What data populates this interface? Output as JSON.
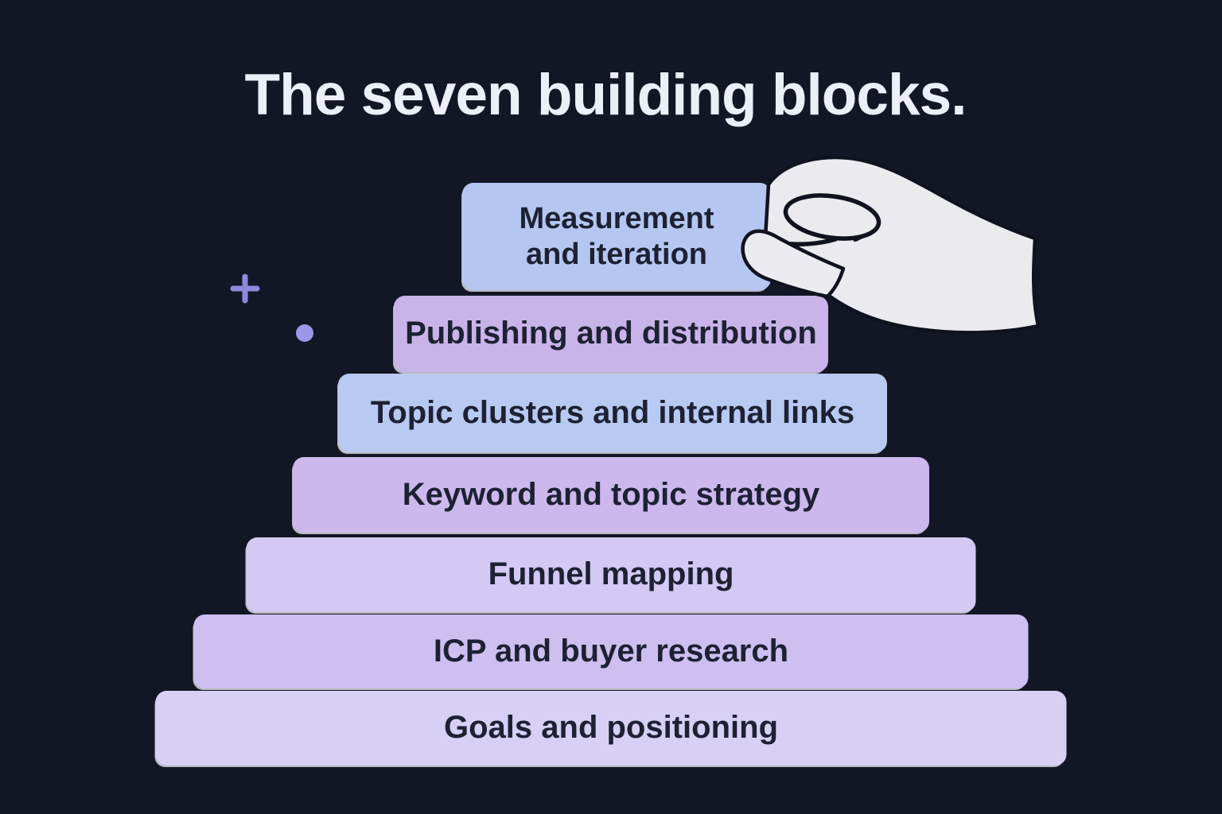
{
  "title": "The seven building blocks.",
  "pyramid": {
    "blocks": [
      {
        "label": "Measurement\nand iteration",
        "color": "#b5c6f1"
      },
      {
        "label": "Publishing and distribution",
        "color": "#c9b4ea"
      },
      {
        "label": "Topic clusters and internal links",
        "color": "#b8c9f2"
      },
      {
        "label": "Keyword and topic strategy",
        "color": "#ccb8ed"
      },
      {
        "label": "Funnel mapping",
        "color": "#d4c9f3"
      },
      {
        "label": "ICP and buyer research",
        "color": "#cdbff0"
      },
      {
        "label": "Goals and positioning",
        "color": "#d8cff5"
      }
    ]
  },
  "icons": {
    "hand": "hand-pinch-icon",
    "plus": "plus-icon",
    "dot": "dot-icon"
  },
  "colors": {
    "background": "#131625",
    "title_text": "#edeff8",
    "block_text": "#1d2133",
    "hand_fill": "#ebebef",
    "hand_outline": "#10131f",
    "plus_decoration": "#9188dd",
    "dot_decoration": "#9e96e8"
  }
}
